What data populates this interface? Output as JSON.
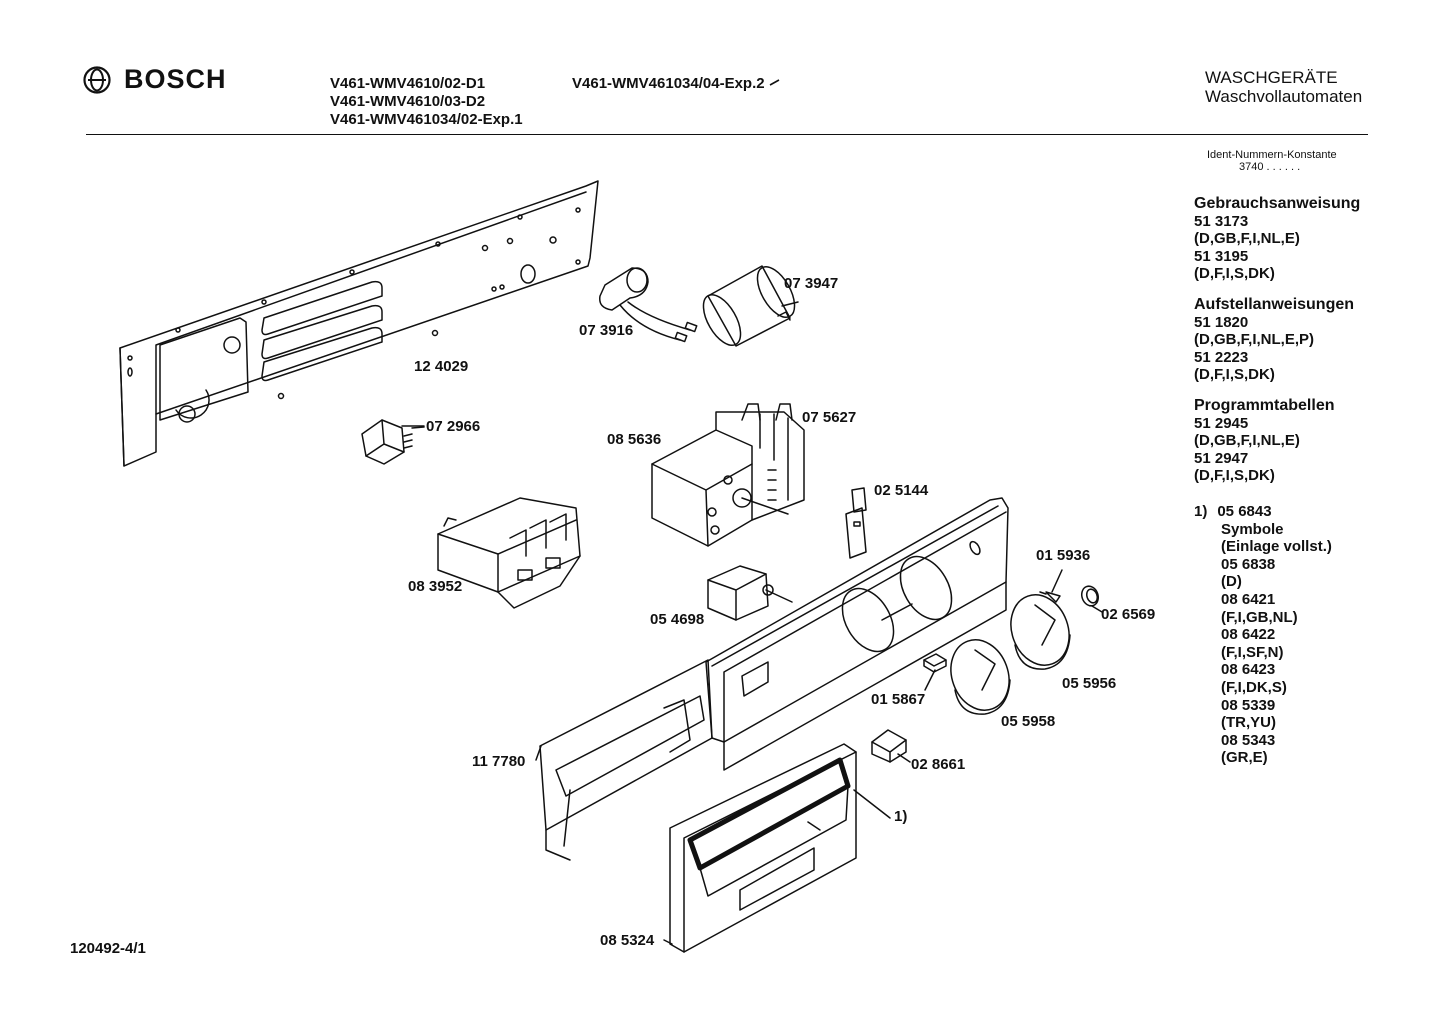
{
  "header": {
    "brand": "BOSCH",
    "models": [
      "V461-WMV4610/02-D1",
      "V461-WMV4610/03-D2",
      "V461-WMV461034/02-Exp.1"
    ],
    "model_extra": "V461-WMV461034/04-Exp.2",
    "category_title": "WASCHGERÄTE",
    "category_subtitle": "Waschvollautomaten"
  },
  "ident": {
    "label": "Ident-Nummern-Konstante",
    "value": "3740  . .    . . . ."
  },
  "documents": [
    {
      "title": "Gebrauchsanweisung",
      "lines": [
        "51 3173",
        "(D,GB,F,I,NL,E)",
        "51 3195",
        "(D,F,I,S,DK)"
      ]
    },
    {
      "title": "Aufstellanweisungen",
      "lines": [
        "51 1820",
        "(D,GB,F,I,NL,E,P)",
        "51 2223",
        "(D,F,I,S,DK)"
      ]
    },
    {
      "title": "Programmtabellen",
      "lines": [
        "51 2945",
        "(D,GB,F,I,NL,E)",
        "51 2947",
        "(D,F,I,S,DK)"
      ]
    }
  ],
  "footnote": {
    "marker": "1)",
    "first": "05 6843",
    "lines": [
      "Symbole",
      "(Einlage vollst.)",
      "05 6838",
      "(D)",
      "08 6421",
      "(F,I,GB,NL)",
      "08 6422",
      "(F,I,SF,N)",
      "08 6423",
      "(F,I,DK,S)",
      "08 5339",
      "(TR,YU)",
      "08 5343",
      "(GR,E)"
    ]
  },
  "parts": {
    "p124029": "12 4029",
    "p073916": "07 3916",
    "p073947": "07 3947",
    "p072966": "07 2966",
    "p085636": "08 5636",
    "p075627": "07 5627",
    "p025144": "02 5144",
    "p083952": "08 3952",
    "p054698": "05 4698",
    "p015936": "01 5936",
    "p026569": "02 6569",
    "p015867": "01 5867",
    "p055956": "05 5956",
    "p055958": "05 5958",
    "p117780": "11 7780",
    "p028661": "02 8661",
    "p1": "1)",
    "p085324": "08 5324"
  },
  "sheet_id": "120492-4/1"
}
